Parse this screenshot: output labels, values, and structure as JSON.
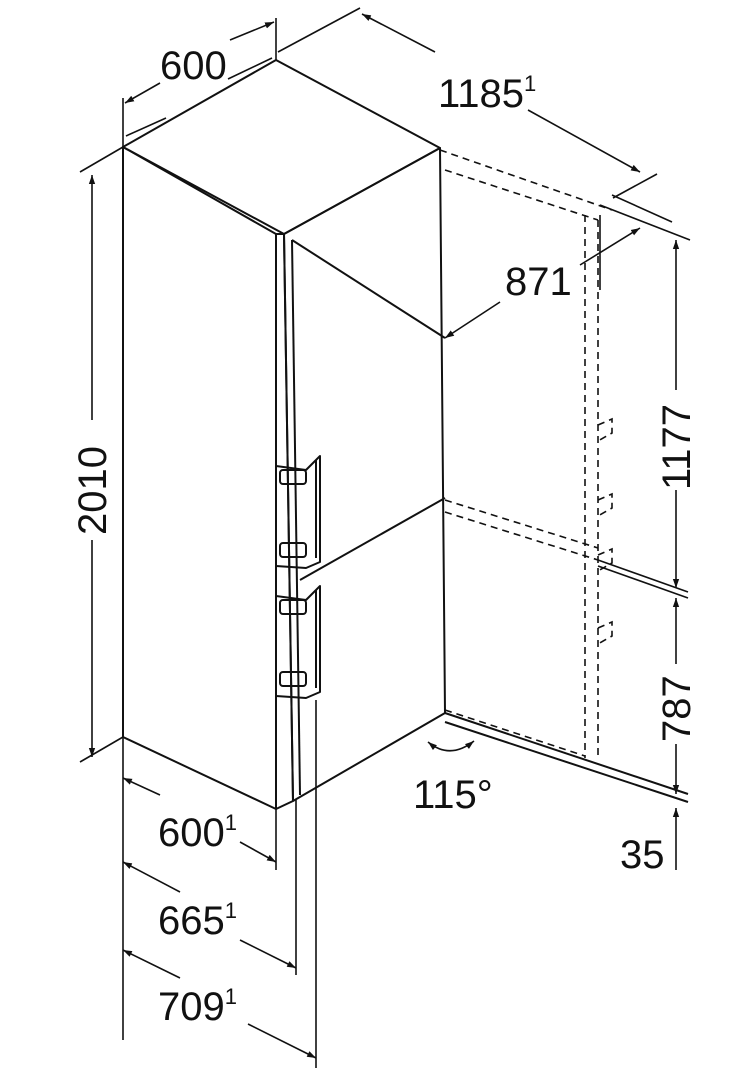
{
  "dimensions": {
    "width_top": {
      "value": "600",
      "note": ""
    },
    "depth_open_door": {
      "value": "1185",
      "note": "1"
    },
    "depth_to_door": {
      "value": "871",
      "note": ""
    },
    "height_total": {
      "value": "2010",
      "note": ""
    },
    "height_upper": {
      "value": "1177",
      "note": ""
    },
    "height_lower": {
      "value": "787",
      "note": ""
    },
    "plinth": {
      "value": "35",
      "note": ""
    },
    "door_angle": {
      "value": "115°",
      "note": ""
    },
    "depth_body": {
      "value": "600",
      "note": "1"
    },
    "depth_with_door": {
      "value": "665",
      "note": "1"
    },
    "depth_with_handle": {
      "value": "709",
      "note": "1"
    }
  },
  "colors": {
    "line": "#111111",
    "background": "#ffffff"
  }
}
